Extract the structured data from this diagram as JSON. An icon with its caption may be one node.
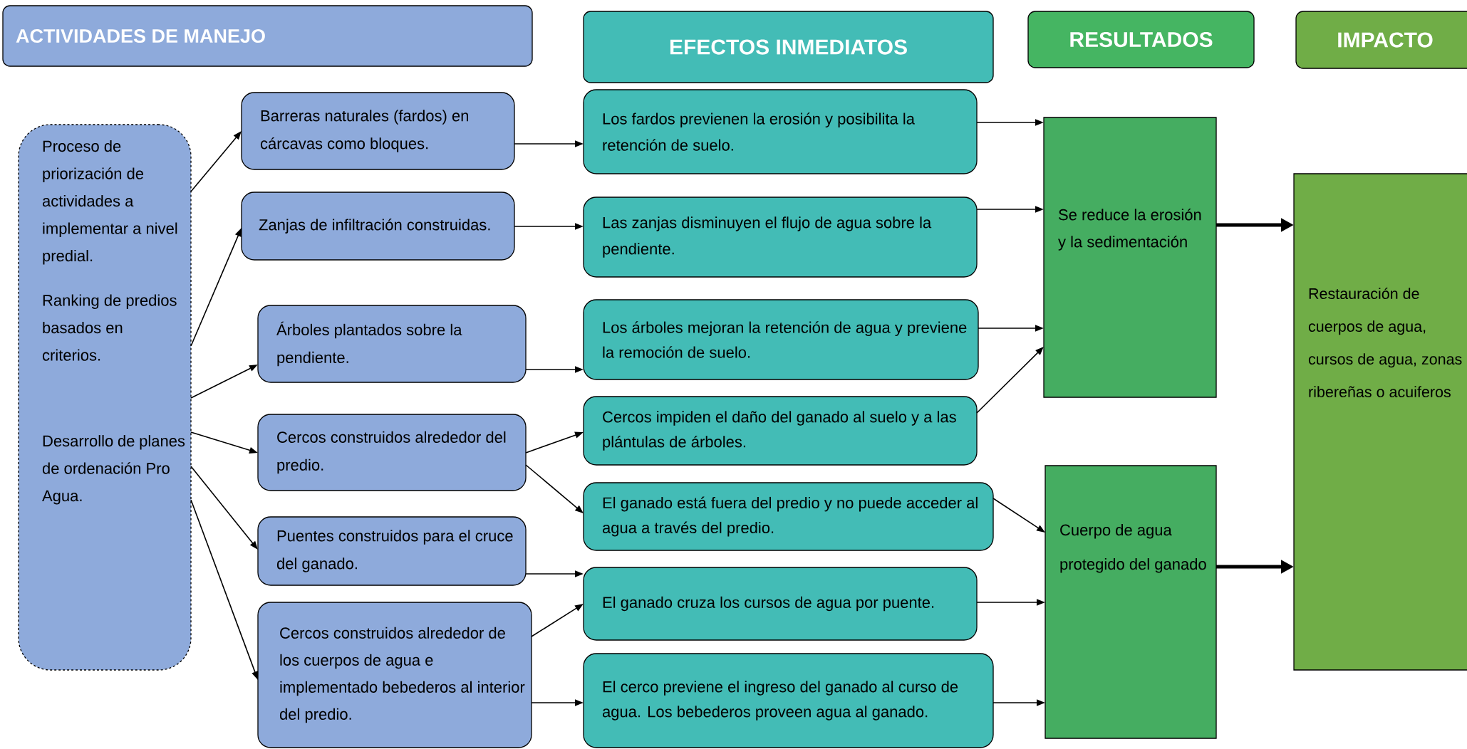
{
  "diagram": {
    "nodes": [
      {
        "text": [
          "ACTIVIDADES DE MANEJO"
        ]
      },
      {
        "text": [
          "EFECTOS INMEDIATOS"
        ]
      },
      {
        "text": [
          "RESULTADOS"
        ]
      },
      {
        "text": [
          "IMPACTO"
        ]
      },
      {
        "text": [
          "Proceso de priorización de actividades a implementar a nivel predial.",
          "Ranking de predios basados en criterios.",
          "Desarrollo de planes de ordenación Pro Agua."
        ]
      },
      {
        "text": [
          "Barreras naturales (fardos) en cárcavas como bloques."
        ]
      },
      {
        "text": [
          "Zanjas de infiltración construidas."
        ]
      },
      {
        "text": [
          "Árboles plantados sobre la pendiente."
        ]
      },
      {
        "text": [
          "Cercos construidos alrededor del predio."
        ]
      },
      {
        "text": [
          "Puentes construidos para el cruce del ganado."
        ]
      },
      {
        "text": [
          "Cercos construidos alrededor de los cuerpos de agua e implementado bebederos al interior del predio."
        ]
      },
      {
        "text": [
          "Los fardos previenen la erosión y posibilita la retención de suelo."
        ]
      },
      {
        "text": [
          "Las zanjas disminuyen el flujo de agua sobre la pendiente."
        ]
      },
      {
        "text": [
          "Los árboles mejoran la retención de agua y previene la remoción de suelo."
        ]
      },
      {
        "text": [
          "Cercos impiden el daño del ganado al suelo y a las plántulas de árboles."
        ]
      },
      {
        "text": [
          "El ganado está fuera del predio y no puede acceder al agua a través del predio."
        ]
      },
      {
        "text": [
          "El ganado cruza los cursos de agua por puente."
        ]
      },
      {
        "text": [
          "El cerco previene el ingreso del ganado al curso de agua. Los bebederos proveen agua al ganado."
        ]
      },
      {
        "text": [
          "Se reduce la erosión y la sedimentación"
        ]
      },
      {
        "text": [
          "Cuerpo de agua protegido del ganado"
        ]
      },
      {
        "text": [
          "Restauración de cuerpos de agua, cursos de agua, zonas ribereñas o acuiferos"
        ]
      }
    ],
    "edges": [
      {
        "from": 4,
        "to": 5,
        "arrow": "to"
      },
      {
        "from": 4,
        "to": 6,
        "arrow": "to"
      },
      {
        "from": 4,
        "to": 7,
        "arrow": "to"
      },
      {
        "from": 4,
        "to": 8,
        "arrow": "to"
      },
      {
        "from": 4,
        "to": 9,
        "arrow": "to"
      },
      {
        "from": 4,
        "to": 10,
        "arrow": "to"
      },
      {
        "from": 5,
        "to": 11,
        "arrow": "to"
      },
      {
        "from": 6,
        "to": 12,
        "arrow": "to"
      },
      {
        "from": 7,
        "to": 13,
        "arrow": "to"
      },
      {
        "from": 8,
        "to": 14,
        "arrow": "to"
      },
      {
        "from": 8,
        "to": 15,
        "arrow": "to"
      },
      {
        "from": 9,
        "to": 16,
        "arrow": "to"
      },
      {
        "from": 10,
        "to": 16,
        "arrow": "to"
      },
      {
        "from": 10,
        "to": 17,
        "arrow": "to"
      },
      {
        "from": 11,
        "to": 18,
        "arrow": "to"
      },
      {
        "from": 12,
        "to": 18,
        "arrow": "to"
      },
      {
        "from": 13,
        "to": 18,
        "arrow": "to"
      },
      {
        "from": 14,
        "to": 18,
        "arrow": "to"
      },
      {
        "from": 15,
        "to": 19,
        "arrow": "to"
      },
      {
        "from": 16,
        "to": 19,
        "arrow": "to"
      },
      {
        "from": 17,
        "to": 19,
        "arrow": "to"
      },
      {
        "from": 18,
        "to": 20,
        "arrow": "to",
        "style": "thick"
      },
      {
        "from": 19,
        "to": 20,
        "arrow": "to",
        "style": "thick"
      }
    ]
  }
}
